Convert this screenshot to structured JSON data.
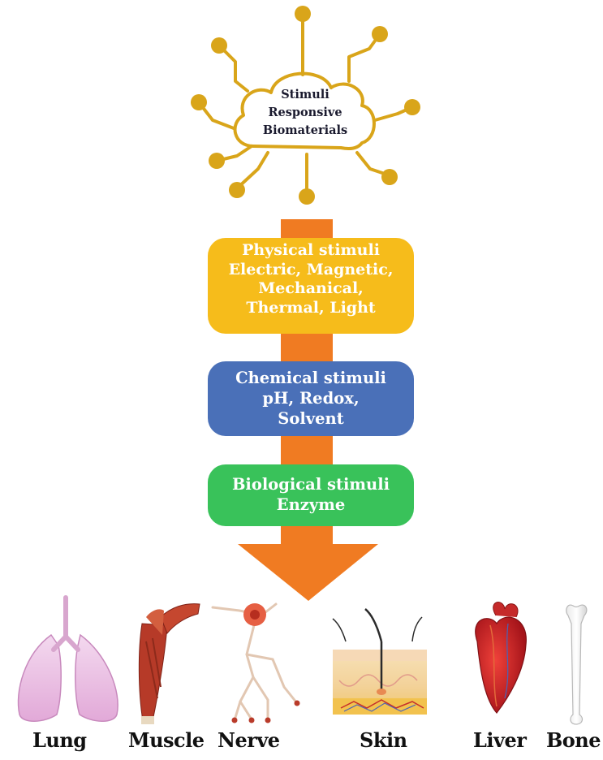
{
  "cloud": {
    "line1": "Stimuli",
    "line2": "Responsive",
    "line3": "Biomaterials"
  },
  "stimuli": [
    {
      "lines": [
        "Physical stimuli",
        "Electric, Magnetic,",
        "Mechanical,",
        "Thermal, Light"
      ],
      "color": "#f6bc1b"
    },
    {
      "lines": [
        "Chemical stimuli",
        "pH, Redox,",
        "Solvent"
      ],
      "color": "#4a70b8"
    },
    {
      "lines": [
        "Biological stimuli",
        "Enzyme"
      ],
      "color": "#39c25a"
    }
  ],
  "organs": [
    {
      "label": "Lung",
      "icon": "lung-icon"
    },
    {
      "label": "Muscle",
      "icon": "muscle-icon"
    },
    {
      "label": "Nerve",
      "icon": "nerve-icon"
    },
    {
      "label": "Skin",
      "icon": "skin-icon"
    },
    {
      "label": "Liver",
      "icon": "heart-icon"
    },
    {
      "label": "Bone",
      "icon": "bone-icon"
    }
  ],
  "colors": {
    "cloud_gold": "#d9a51a",
    "arrow_orange": "#f07b22"
  }
}
